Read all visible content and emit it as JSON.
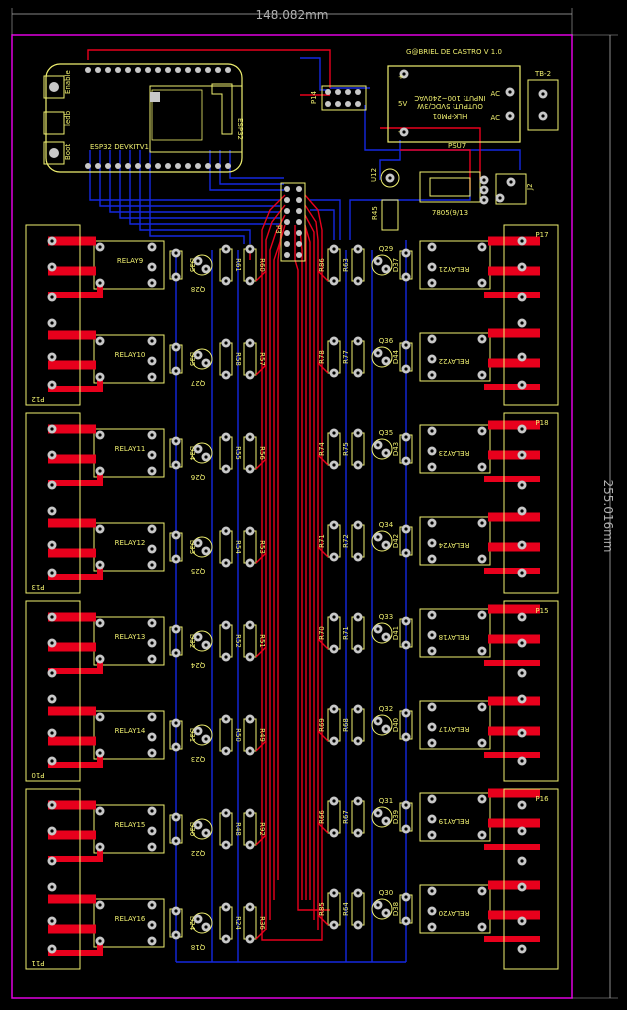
{
  "board": {
    "title": "G@BRIEL DE CASTRO V 1.0",
    "width_label": "148.082mm",
    "height_label": "255.016mm"
  },
  "esp32": {
    "module": "ESP32 DEVKITV1",
    "chip": "ESP32",
    "btn_enable": "Enable",
    "btn_boot": "Boot",
    "led": "ledb"
  },
  "power": {
    "module": "HLK-PM01",
    "spec_input": "INPUT: 100~240VAC",
    "spec_output": "OUTPUT: 5VDC/3W",
    "pin_plus": "+",
    "pin_minus": "-",
    "label_5v": "5V",
    "pin_ac1": "AC",
    "pin_ac2": "AC",
    "psu": "PSU7",
    "tb": "TB-2",
    "regulator": "7805(9/13",
    "reg_ref": "J2",
    "u12": "U12",
    "r45": "R45",
    "p14": "P14",
    "p3": "P3"
  },
  "left_relays": [
    {
      "relay": "RELAY9",
      "d": "D35",
      "q": "Q28",
      "ra": "R61",
      "rb": "R60"
    },
    {
      "relay": "RELAY10",
      "d": "D35",
      "q": "Q27",
      "ra": "R58",
      "rb": "R57"
    },
    {
      "relay": "RELAY11",
      "d": "D34",
      "q": "Q26",
      "ra": "R55",
      "rb": "R56"
    },
    {
      "relay": "RELAY12",
      "d": "D33",
      "q": "Q25",
      "ra": "R54",
      "rb": "R53"
    },
    {
      "relay": "RELAY13",
      "d": "D32",
      "q": "Q24",
      "ra": "R52",
      "rb": "R51"
    },
    {
      "relay": "RELAY14",
      "d": "D31",
      "q": "Q23",
      "ra": "R50",
      "rb": "R49"
    },
    {
      "relay": "RELAY15",
      "d": "D30",
      "q": "Q22",
      "ra": "R48",
      "rb": "R92"
    },
    {
      "relay": "RELAY16",
      "d": "D24",
      "q": "Q18",
      "ra": "R24",
      "rb": "R36"
    }
  ],
  "right_relays": [
    {
      "relay": "RELAY21",
      "d": "D37",
      "q": "Q29",
      "ra": "R63",
      "rb": "R86"
    },
    {
      "relay": "RELAY22",
      "d": "D44",
      "q": "Q36",
      "ra": "R77",
      "rb": "R78"
    },
    {
      "relay": "RELAY23",
      "d": "D43",
      "q": "Q35",
      "ra": "R75",
      "rb": "R74"
    },
    {
      "relay": "RELAY24",
      "d": "D42",
      "q": "Q34",
      "ra": "R72",
      "rb": "R71"
    },
    {
      "relay": "RELAY18",
      "d": "D41",
      "q": "Q33",
      "ra": "R71",
      "rb": "R70"
    },
    {
      "relay": "RELAY17",
      "d": "D40",
      "q": "Q32",
      "ra": "R68",
      "rb": "R69"
    },
    {
      "relay": "RELAY19",
      "d": "D39",
      "q": "Q31",
      "ra": "R67",
      "rb": "R66"
    },
    {
      "relay": "RELAY20",
      "d": "D38",
      "q": "Q30",
      "ra": "R64",
      "rb": "R85"
    }
  ],
  "connectors": {
    "left": [
      "P12",
      "P13",
      "P10",
      "P11"
    ],
    "right": [
      "P17",
      "P18",
      "P15",
      "P16"
    ]
  },
  "colors": {
    "background": "#000000",
    "top_copper": "#e8001c",
    "bottom_copper": "#1428e0",
    "silkscreen": "#f0f070",
    "outline": "#e000e0",
    "pad": "#c8c8c8"
  }
}
